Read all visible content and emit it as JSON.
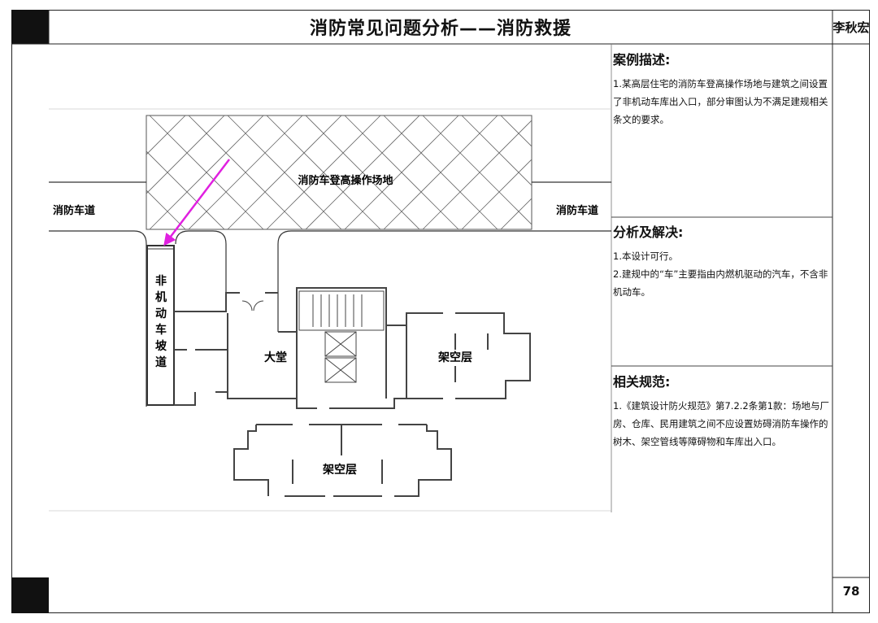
{
  "header": {
    "title": "消防常见问题分析——消防救援",
    "author": "李秋宏"
  },
  "page_number": "78",
  "plan": {
    "labels": {
      "aerial_platform": "消防车登高操作场地",
      "fire_lane_left": "消防车道",
      "fire_lane_right": "消防车道",
      "ramp": [
        "非",
        "机",
        "动",
        "车",
        "坡",
        "道"
      ],
      "lobby": "大堂",
      "stilt_floor_right": "架空层",
      "stilt_floor_bottom": "架空层"
    },
    "colors": {
      "arrow": "#e020e0",
      "lines": "#333333"
    }
  },
  "case": {
    "heading": "案例描述:",
    "lines": [
      "1.某高层住宅的消防车登高操作场地与建筑之间设置了非机动车库出入口，部分审图认为不满足建规相关条文的要求。"
    ]
  },
  "analysis": {
    "heading": "分析及解决:",
    "lines": [
      "1.本设计可行。",
      "2.建规中的“车”主要指由内燃机驱动的汽车，不含非机动车。"
    ]
  },
  "code": {
    "heading": "相关规范:",
    "lines": [
      "1.《建筑设计防火规范》第7.2.2条第1款：场地与厂房、仓库、民用建筑之间不应设置妨碍消防车操作的树木、架空管线等障碍物和车库出入口。"
    ]
  }
}
